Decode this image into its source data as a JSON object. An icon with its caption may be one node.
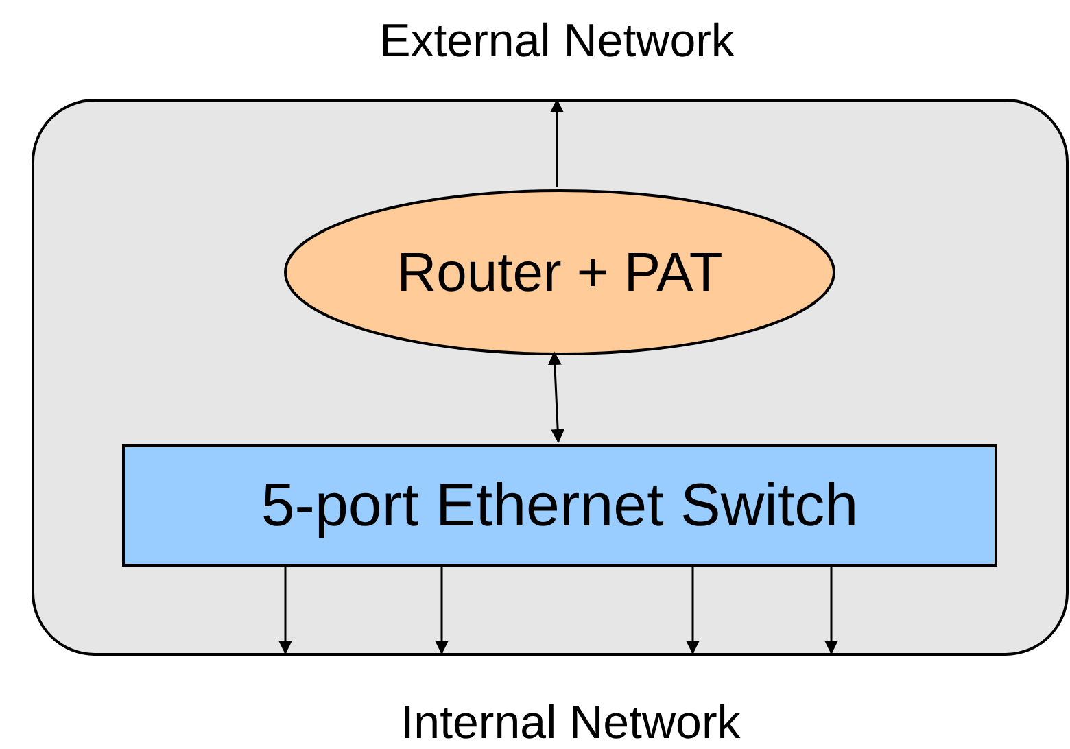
{
  "diagram": {
    "nodes": [
      {
        "text": [],
        "shape": "box"
      },
      {
        "text": [
          "Router + PAT"
        ],
        "in": 0
      },
      {
        "text": [
          "5-port Ethernet Switch"
        ],
        "in": 0
      },
      {
        "text": [
          "External Network"
        ]
      },
      {
        "text": [
          "Internal Network"
        ]
      }
    ],
    "edges": [
      {
        "from": 1,
        "to": null,
        "arrow": "to"
      },
      {
        "from": 1,
        "to": 2,
        "arrow": "both"
      },
      {
        "from": 2,
        "to": null,
        "arrow": "to"
      },
      {
        "from": 2,
        "to": null,
        "arrow": "to"
      },
      {
        "from": 2,
        "to": null,
        "arrow": "to"
      },
      {
        "from": 2,
        "to": null,
        "arrow": "to"
      }
    ]
  }
}
